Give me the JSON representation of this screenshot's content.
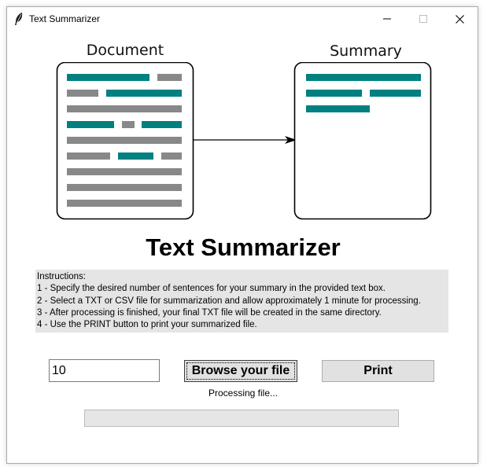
{
  "window": {
    "title": "Text Summarizer",
    "controls": [
      "minimize-icon",
      "maximize-icon",
      "close-icon"
    ]
  },
  "illustration": {
    "document_label": "Document",
    "summary_label": "Summary",
    "colors": {
      "teal": "#008080",
      "gray": "#888888",
      "outline": "#000000"
    }
  },
  "heading": "Text Summarizer",
  "instructions": {
    "lines": [
      "Instructions:",
      "1 - Specify the desired number of sentences for your summary in the provided text box.",
      "2 - Select a TXT or CSV file for summarization and allow approximately 1 minute for processing.",
      "3 - After processing is finished, your final TXT file will be created in the same directory.",
      "4 - Use the PRINT button to print your summarized file."
    ]
  },
  "controls": {
    "sentence_count_value": "10",
    "browse_label": "Browse your file",
    "print_label": "Print"
  },
  "status": {
    "text": "Processing file...",
    "progress": 0
  }
}
